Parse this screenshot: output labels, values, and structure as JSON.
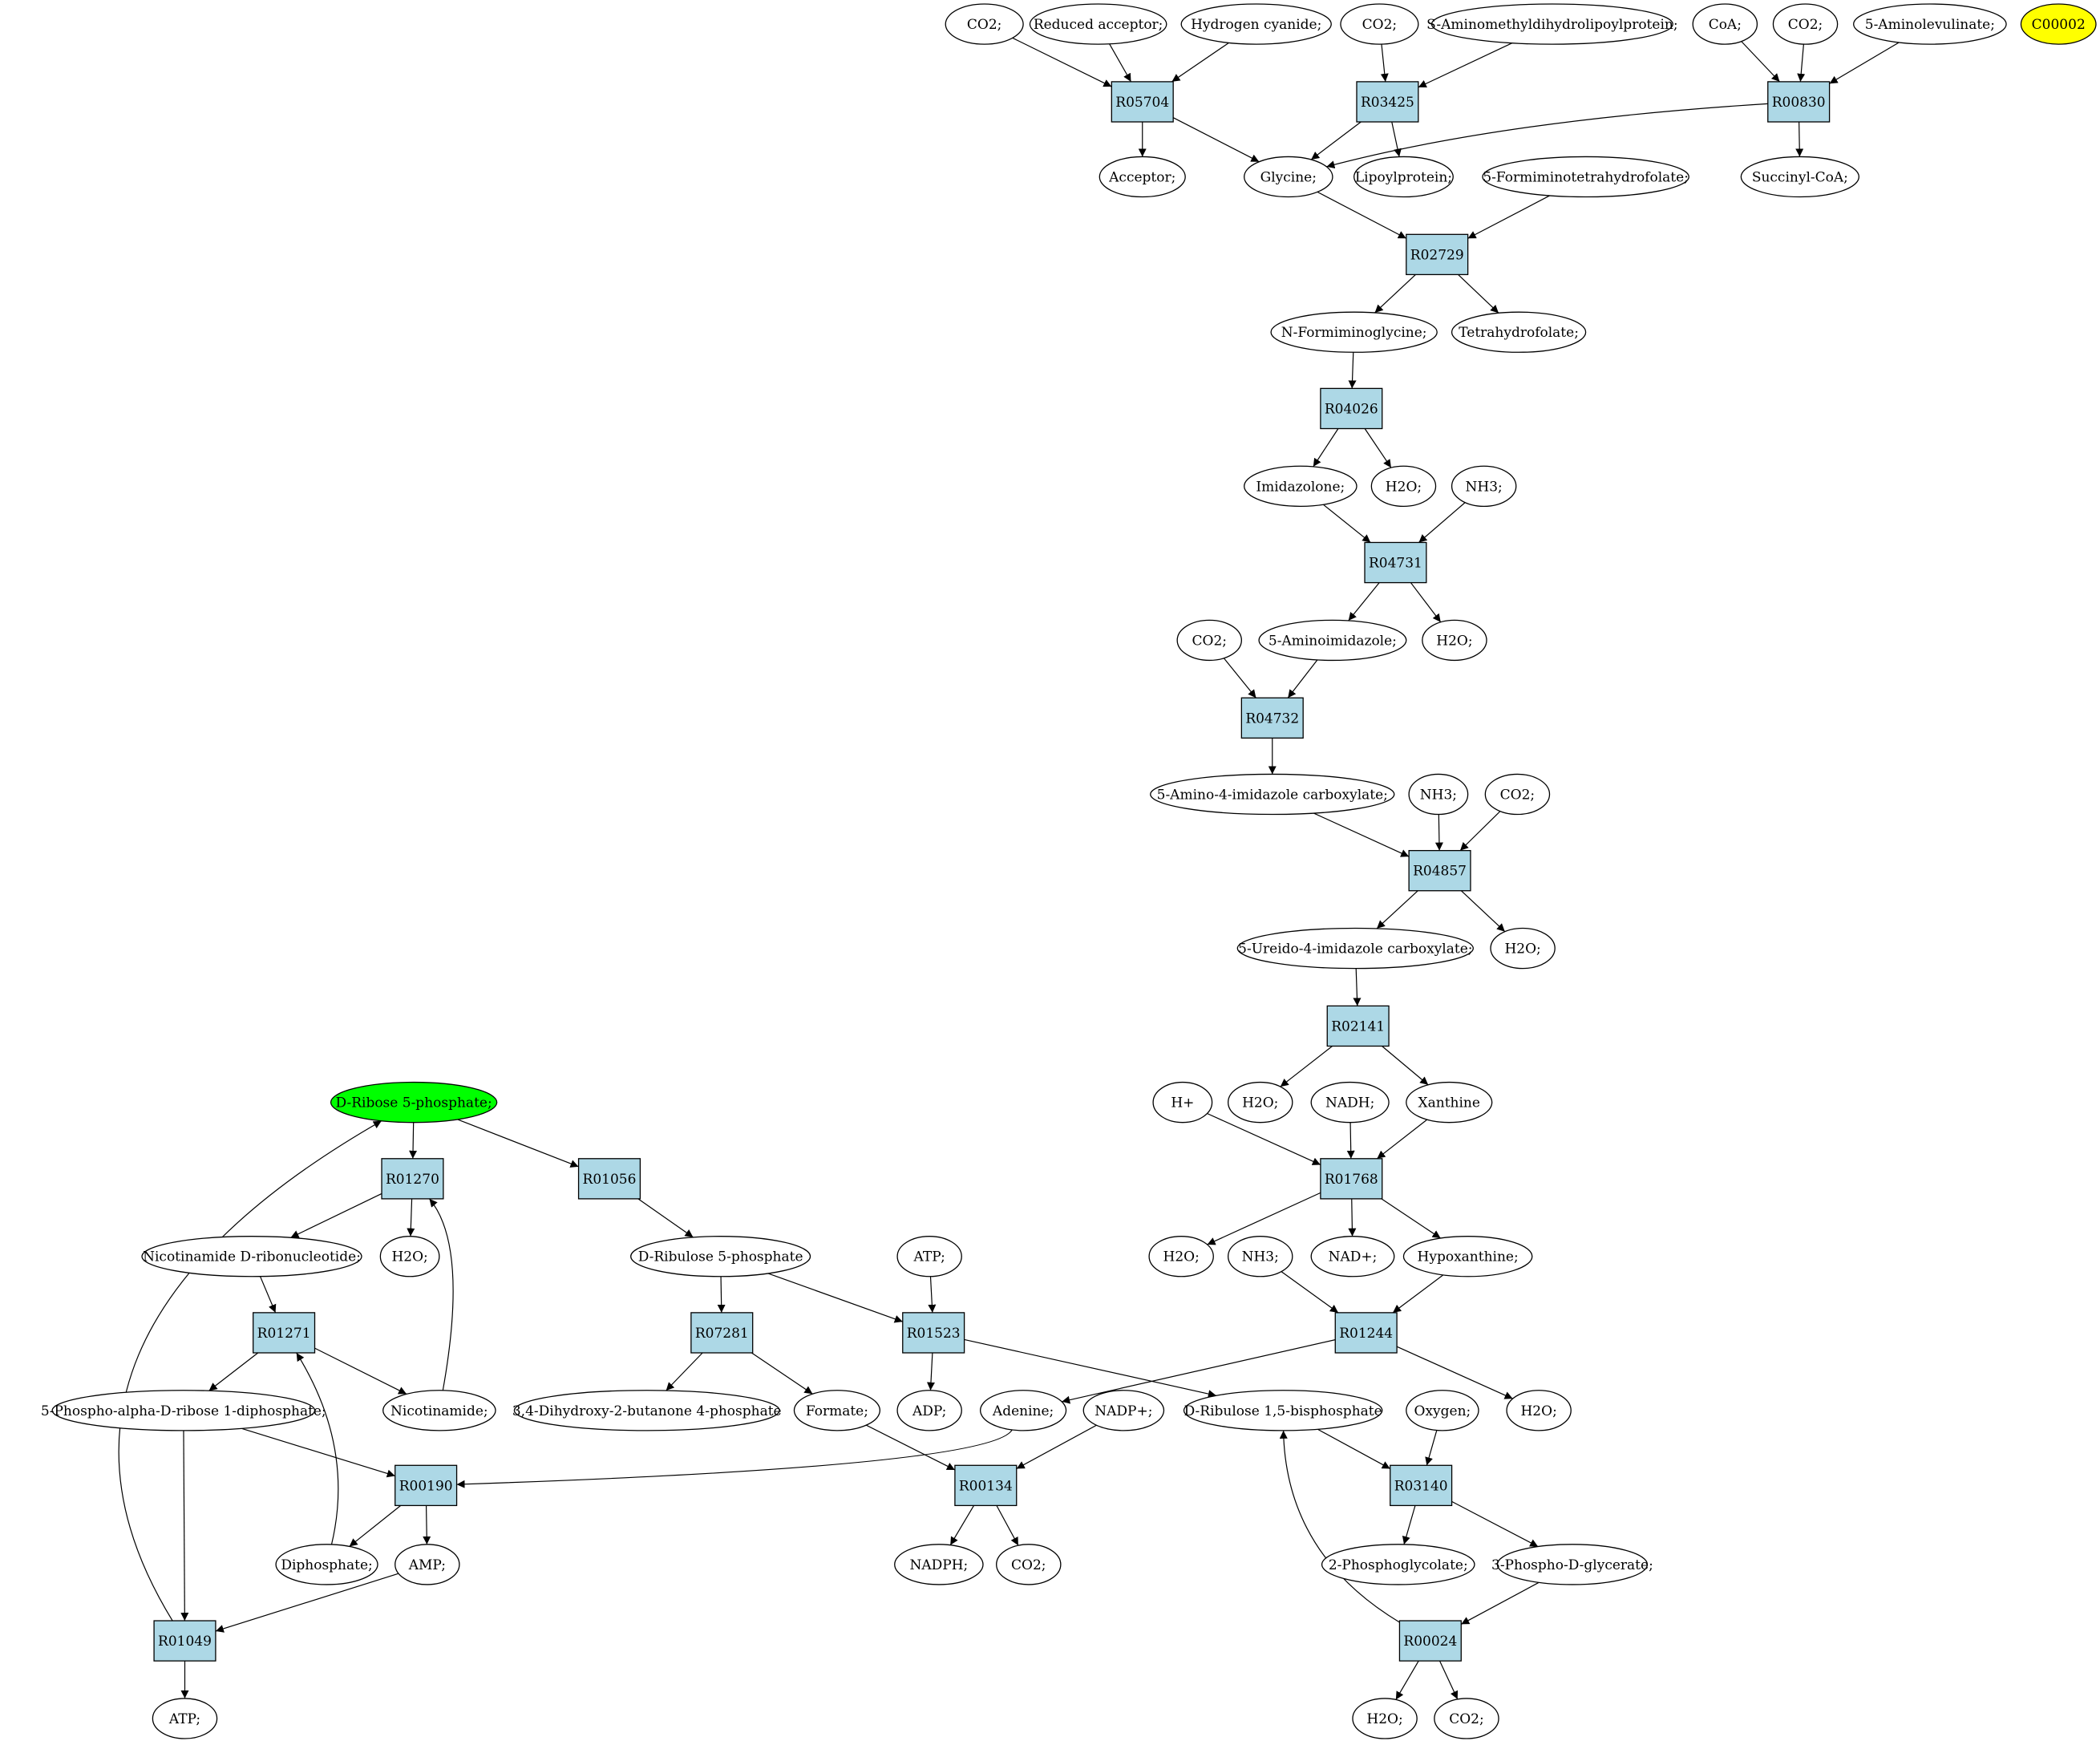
{
  "diagram": {
    "reactions": [
      "R05704",
      "R03425",
      "R00830",
      "R02729",
      "R04026",
      "R04731",
      "R04732",
      "R04857",
      "R02141",
      "R01768",
      "R01244",
      "R01270",
      "R01056",
      "R01271",
      "R07281",
      "R01523",
      "R00190",
      "R00134",
      "R03140",
      "R01049",
      "R00024"
    ],
    "compounds": [
      "CO2;",
      "Reduced acceptor;",
      "Hydrogen cyanide;",
      "CO2;",
      "S-Aminomethyldihydrolipoylprotein;",
      "CoA;",
      "CO2;",
      "5-Aminolevulinate;",
      "C00002",
      "Acceptor;",
      "Glycine;",
      "Lipoylprotein;",
      "5-Formiminotetrahydrofolate;",
      "Succinyl-CoA;",
      "N-Formiminoglycine;",
      "Tetrahydrofolate;",
      "Imidazolone;",
      "H2O;",
      "NH3;",
      "CO2;",
      "5-Aminoimidazole;",
      "H2O;",
      "5-Amino-4-imidazole carboxylate;",
      "NH3;",
      "CO2;",
      "5-Ureido-4-imidazole carboxylate;",
      "H2O;",
      "D-Ribose 5-phosphate;",
      "H+",
      "H2O;",
      "NADH;",
      "Xanthine",
      "Nicotinamide D-ribonucleotide;",
      "H2O;",
      "D-Ribulose 5-phosphate",
      "ATP;",
      "H2O;",
      "NH3;",
      "NAD+;",
      "Hypoxanthine;",
      "5-Phospho-alpha-D-ribose 1-diphosphate;",
      "Nicotinamide;",
      "3,4-Dihydroxy-2-butanone 4-phosphate",
      "Formate;",
      "ADP;",
      "Adenine;",
      "NADP+;",
      "D-Ribulose 1,5-bisphosphate",
      "Oxygen;",
      "H2O;",
      "Diphosphate;",
      "AMP;",
      "NADPH;",
      "CO2;",
      "2-Phosphoglycolate;",
      "3-Phospho-D-glycerate;",
      "ATP;",
      "H2O;",
      "CO2;"
    ],
    "colors": {
      "reaction_fill": "#add8e6",
      "compound_fill": "#ffffff",
      "highlight_start": "#00ff00",
      "highlight_target": "#ffff00",
      "stroke": "#000000"
    }
  }
}
